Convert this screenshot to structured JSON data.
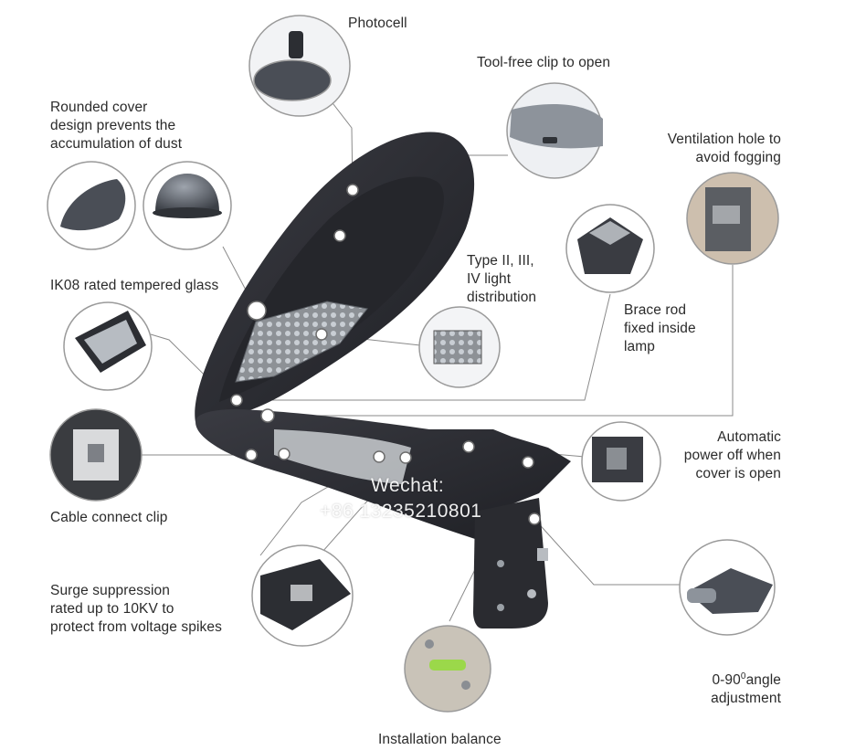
{
  "labels": {
    "photocell": "Photocell",
    "tool_free_clip": "Tool-free clip to open",
    "rounded_cover": "Rounded cover\ndesign prevents the\naccumulation of dust",
    "ventilation_hole": "Ventilation hole to\navoid fogging",
    "light_distribution": "Type II, III,\nIV light\ndistribution",
    "tempered_glass": "IK08 rated tempered glass",
    "brace_rod": "Brace rod\nfixed inside\nlamp",
    "auto_power_off": "Automatic\npower off when\ncover is open",
    "cable_clip": "Cable connect clip",
    "surge": "Surge suppression\nrated up to 10KV to\nprotect from voltage spikes",
    "angle_prefix": "0-90",
    "angle_sup": "0",
    "angle_suffix": "angle\nadjustment",
    "installation_balance": "Installation balance"
  },
  "watermark": {
    "line1": "Wechat:",
    "line2": "+86 13235210801"
  },
  "colors": {
    "housing": "#2f3036",
    "leader": "#8a8a8a",
    "circle_border": "#9a9a9a",
    "led_panel": "#8d9196"
  }
}
